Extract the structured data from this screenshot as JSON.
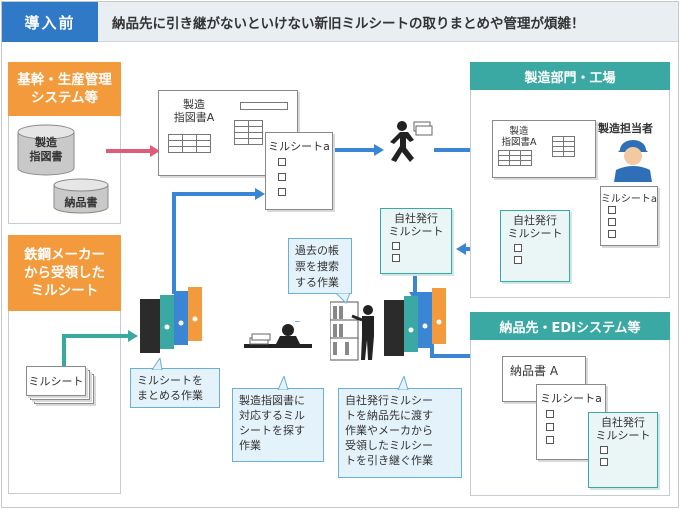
{
  "header": {
    "label": "導入前",
    "text": "納品先に引き継がないといけない新旧ミルシートの取りまとめや管理が煩雑！"
  },
  "left_top": {
    "title": "基幹・生産管理\nシステム等",
    "db1": "製造\n指図書",
    "db2": "納品書"
  },
  "left_bottom": {
    "title": "鉄鋼メーカー\nから受領した\nミルシート",
    "doc": "ミルシート"
  },
  "center": {
    "order_doc": "製造\n指図書A",
    "mill_a": "ミルシートa",
    "past_search": "過去の帳\n票を捜索\nする作業",
    "self_mill": "自社発行\nミルシート"
  },
  "right_top": {
    "title": "製造部門・工場",
    "order_doc": "製造\n指図書A",
    "person": "製造担当者",
    "mill_a": "ミルシートa",
    "self_mill": "自社発行\nミルシート"
  },
  "right_bottom": {
    "title": "納品先・EDIシステム等",
    "invoice": "納品書 A",
    "mill_a": "ミルシートa",
    "self_mill": "自社発行\nミルシート"
  },
  "notes": {
    "gather": "ミルシートを\nまとめる作業",
    "search_match": "製造指図書に\n対応するミル\nシートを探す\n作業",
    "handover": "自社発行ミルシー\nトを納品先に渡す\n作業やメーカから\n受領したミルシー\nトを引き継ぐ作業"
  },
  "colors": {
    "header_blue": "#2f79c6",
    "orange": "#f39a3c",
    "teal": "#3aa9a3",
    "arrow_blue": "#3a86d4",
    "arrow_pink": "#e05a7a",
    "arrow_teal": "#3aa9a3"
  }
}
